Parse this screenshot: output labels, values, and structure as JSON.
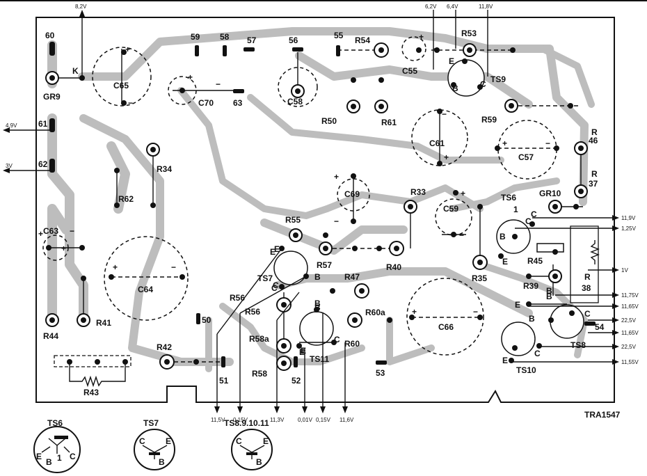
{
  "figure_id": "TRA1547",
  "components": {
    "r": [
      "R33",
      "R34",
      "R35",
      "R39",
      "R40",
      "R41",
      "R42",
      "R43",
      "R44",
      "R47",
      "R50",
      "R54",
      "R55",
      "R56",
      "R56",
      "R57",
      "R58",
      "R58a",
      "R59",
      "R60",
      "R60a",
      "R61",
      "R62",
      "R53",
      "R45"
    ],
    "r_split": [
      {
        "a": "R",
        "b": "46"
      },
      {
        "a": "R",
        "b": "37"
      },
      {
        "a": "R",
        "b": "38"
      }
    ],
    "c": [
      "C55",
      "C57",
      "C58",
      "C59",
      "C61",
      "C63",
      "C64",
      "C65",
      "C66",
      "C69",
      "C70"
    ],
    "ts": [
      "TS6",
      "TS7",
      "TS8",
      "TS9",
      "TS10",
      "TS11"
    ],
    "gr": [
      "GR9",
      "GR10"
    ],
    "pins": [
      "50",
      "51",
      "52",
      "53",
      "54",
      "55",
      "56",
      "57",
      "58",
      "59",
      "60",
      "61",
      "62",
      "63"
    ]
  },
  "pin_letters": [
    "K",
    "E",
    "B",
    "C",
    "B",
    "C",
    "C",
    "B",
    "E",
    "E",
    "B",
    "C",
    "E",
    "B",
    "C",
    "B",
    "E",
    "C",
    "E",
    "C",
    "E",
    "B",
    "C",
    "E",
    "B",
    "1"
  ],
  "voltages": {
    "top": [
      "8,2V",
      "6,2V",
      "6,4V",
      "11,8V"
    ],
    "left": [
      "4,9V",
      "3V"
    ],
    "right": [
      "11,9V",
      "1,25V",
      "1V",
      "11,75V",
      "11,65V",
      "22,5V",
      "11,65V",
      "22,5V",
      "11,55V"
    ],
    "bottom": [
      "11,5V",
      "0,15V",
      "11,3V",
      "0,01V",
      "0,15V",
      "11,6V"
    ]
  },
  "pinout": {
    "titles": [
      "TS6",
      "TS7",
      "TS8.9.10.11"
    ],
    "ts6": [
      "E",
      "B",
      "1",
      "C"
    ],
    "ts7": [
      "C",
      "E",
      "B"
    ],
    "ts8": [
      "C",
      "E",
      "B"
    ]
  },
  "polarity": [
    "+",
    "−"
  ]
}
